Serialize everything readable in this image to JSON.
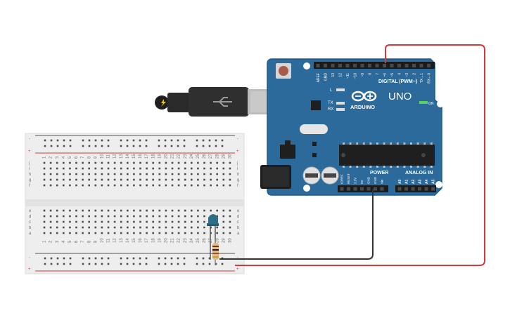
{
  "board": {
    "brand": "ARDUINO",
    "model": "UNO",
    "digital_label": "DIGITAL (PWM~)",
    "power_label": "POWER",
    "analog_label": "ANALOG IN",
    "on_label": "ON",
    "led_labels": [
      "L",
      "TX",
      "RX"
    ],
    "digital_pins": [
      "AREF",
      "GND",
      "13",
      "12",
      "~11",
      "~10",
      "~9",
      "8",
      "7",
      "~6",
      "~5",
      "4",
      "~3",
      "2",
      "TX→1",
      "RX←0"
    ],
    "power_pins": [
      "IOREF",
      "RESET",
      "3.3V",
      "5V",
      "GND",
      "GND",
      "Vin"
    ],
    "analog_pins": [
      "A0",
      "A1",
      "A2",
      "A3",
      "A4",
      "A5"
    ]
  },
  "breadboard": {
    "row_letters_top": [
      "j",
      "i",
      "h",
      "g",
      "f"
    ],
    "row_letters_bottom": [
      "e",
      "d",
      "c",
      "b",
      "a"
    ],
    "rail_plus": "+",
    "rail_minus": "-",
    "column_count": 30
  },
  "colors": {
    "board": "#2b6a9a",
    "board_edge": "#1f5a86",
    "wire_signal": "#d33a3a",
    "wire_ground": "#333333",
    "led": "#2e6f88",
    "rail_red": "#d33a3a",
    "rail_gray": "#555555"
  }
}
